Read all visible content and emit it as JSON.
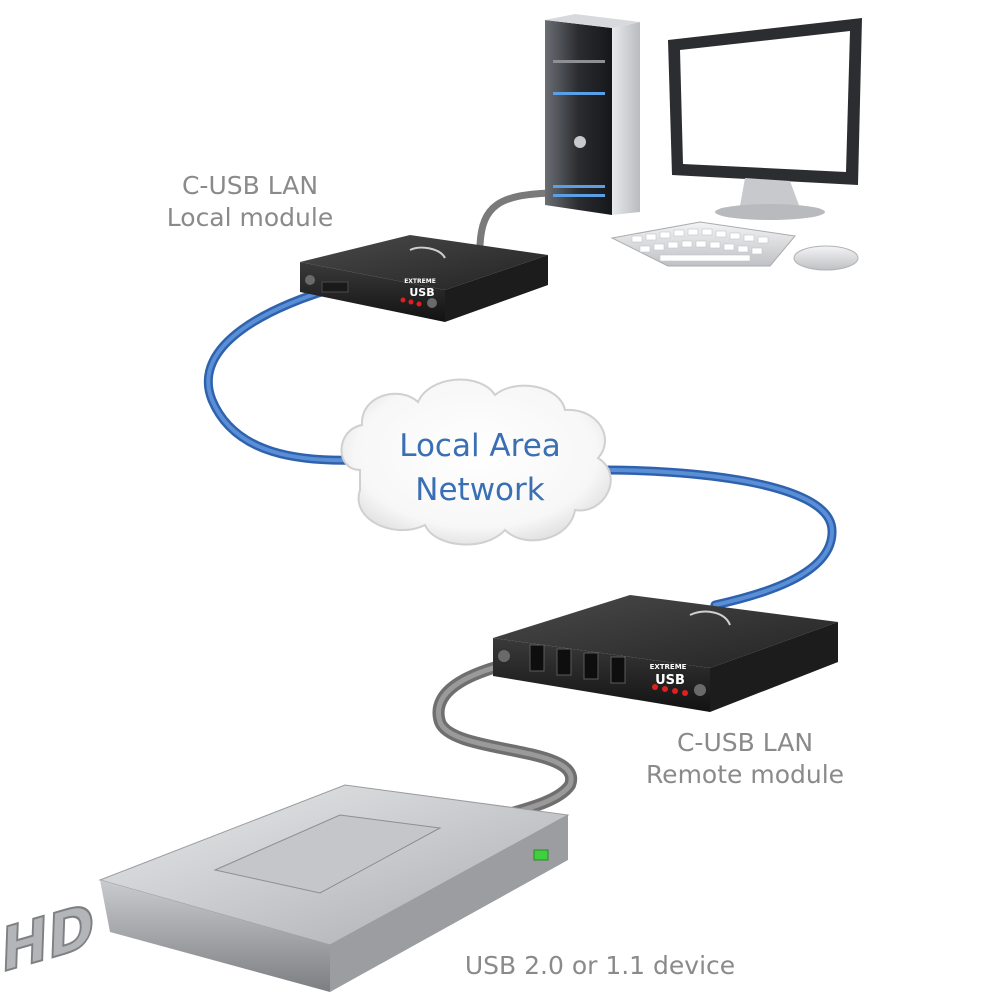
{
  "labels": {
    "local_module_line1": "C-USB LAN",
    "local_module_line2": "Local module",
    "lan_line1": "Local Area",
    "lan_line2": "Network",
    "remote_module_line1": "C-USB LAN",
    "remote_module_line2": "Remote module",
    "device": "USB 2.0 or 1.1 device"
  },
  "device_markings": {
    "brand_top": "EXTREME",
    "brand_usb": "USB",
    "hd": "HD"
  },
  "colors": {
    "cable_blue": "#3a73c4",
    "cable_grey": "#7f7f7f",
    "label_grey": "#8a8a8a",
    "lan_text": "#3a6fb3",
    "module_body": "#2b2b2b",
    "led_red": "#e02020",
    "led_green": "#3fcf3f"
  },
  "icons": [
    "desktop-tower-icon",
    "monitor-icon",
    "keyboard-icon",
    "mouse-icon",
    "cloud-icon",
    "usb-extender-module-icon",
    "hard-drive-icon"
  ]
}
